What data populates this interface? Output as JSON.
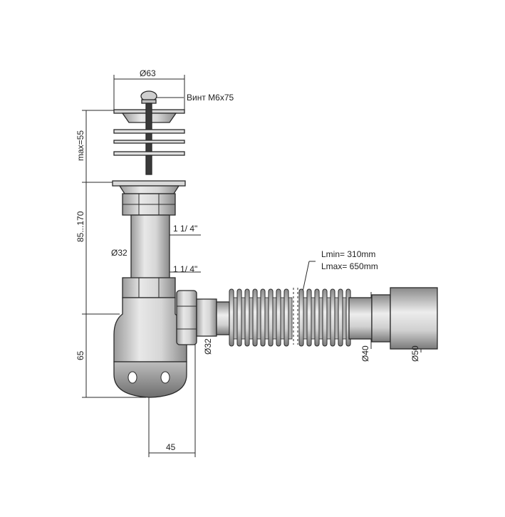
{
  "labels": {
    "top_diameter": "Ø63",
    "screw": "Винт М6х75",
    "max_height": "max=55",
    "height_range": "85...170",
    "thread_upper": "1 1/ 4\"",
    "pipe_diameter_left": "Ø32",
    "thread_lower": "1 1/ 4\"",
    "lmin": "Lmin= 310mm",
    "lmax": "Lmax= 650mm",
    "outlet_diameter": "Ø32",
    "hose_d40": "Ø40",
    "hose_d50": "Ø50",
    "bottle_height": "65",
    "offset_45": "45"
  },
  "colors": {
    "body_fill": "#dadada",
    "body_dark": "#8c8c8c",
    "stroke": "#2a2a2a"
  }
}
